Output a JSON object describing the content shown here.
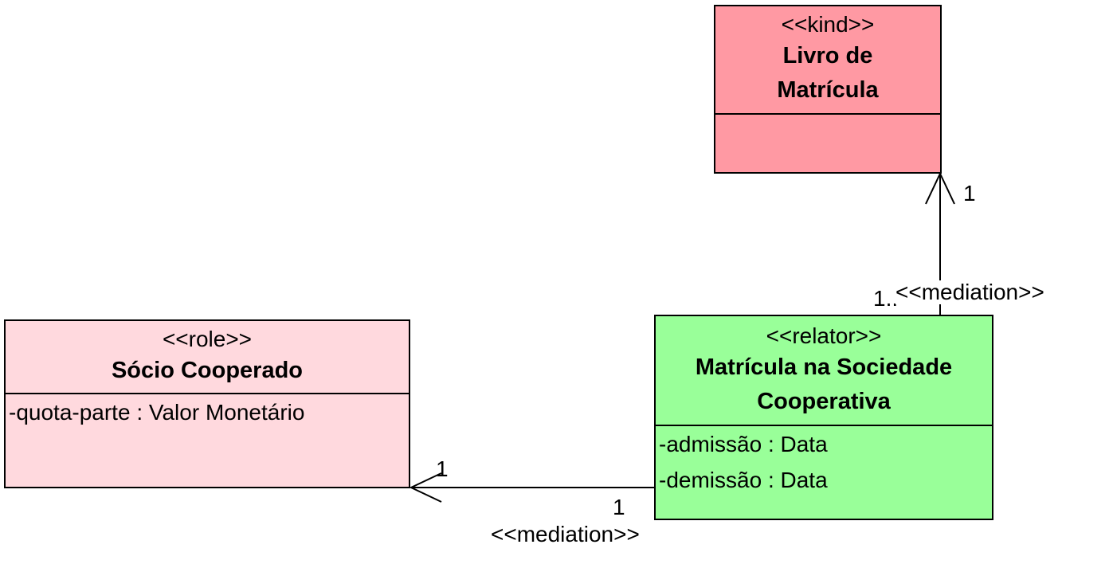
{
  "colors": {
    "kind": "#ff99a3",
    "role": "#ffd9de",
    "relator": "#99ff99",
    "line": "#000000"
  },
  "classes": {
    "livro": {
      "stereotype": "<<kind>>",
      "name_line1": "Livro de",
      "name_line2": "Matrícula",
      "attributes": []
    },
    "socio": {
      "stereotype": "<<role>>",
      "name_line1": "Sócio Cooperado",
      "attributes": [
        "-quota-parte : Valor Monetário"
      ]
    },
    "matricula": {
      "stereotype": "<<relator>>",
      "name_line1": "Matrícula na Sociedade",
      "name_line2": "Cooperativa",
      "attributes": [
        "-admissão : Data",
        "-demissão : Data"
      ]
    }
  },
  "associations": {
    "to_livro": {
      "stereotype": "<<mediation>>",
      "target_multiplicity": "1",
      "source_multiplicity": "1..*"
    },
    "to_socio": {
      "stereotype": "<<mediation>>",
      "target_multiplicity": "1",
      "source_multiplicity": "1"
    }
  }
}
